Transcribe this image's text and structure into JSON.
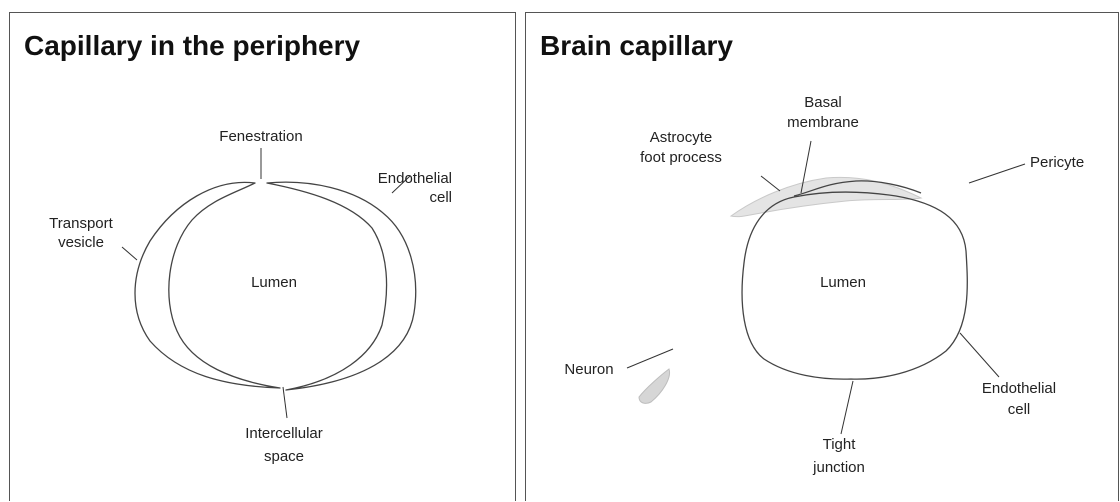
{
  "panels": {
    "peripheral": {
      "title": "Capillary in the periphery",
      "labels": {
        "fenestration": "Fenestration",
        "endothelial_1": "Endothelial",
        "endothelial_2": "cell",
        "transport_1": "Transport",
        "transport_2": "vesicle",
        "lumen": "Lumen",
        "intercellular_1": "Intercellular",
        "intercellular_2": "space"
      }
    },
    "brain": {
      "title": "Brain capillary",
      "labels": {
        "basal_1": "Basal",
        "basal_2": "membrane",
        "astrocyte_1": "Astrocyte",
        "astrocyte_2": "foot process",
        "pericyte": "Pericyte",
        "lumen": "Lumen",
        "neuron": "Neuron",
        "endothelial_1": "Endothelial",
        "endothelial_2": "cell",
        "tight_1": "Tight",
        "tight_2": "junction"
      }
    }
  }
}
